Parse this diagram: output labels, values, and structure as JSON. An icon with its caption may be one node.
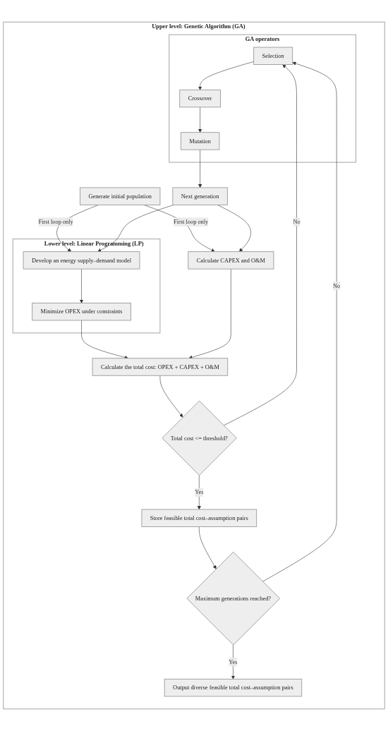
{
  "diagram": {
    "nodes": [
      {
        "text": [
          "Upper level: Genetic Algorithm (GA)"
        ]
      },
      {
        "text": [
          "Generate initial population"
        ],
        "in": 0
      },
      {
        "text": [
          "Lower level: Linear Programming (LP)"
        ],
        "in": 0
      },
      {
        "text": [
          "Develop an energy supply–demand model"
        ],
        "in": 2
      },
      {
        "text": [
          "Minimize OPEX under constraints"
        ],
        "in": 2
      },
      {
        "text": [
          "Calculate CAPEX and O&M"
        ],
        "in": 0
      },
      {
        "text": [
          "Calculate the total cost: OPEX + CAPEX + O&M"
        ],
        "in": 0
      },
      {
        "text": [
          "Total cost <= threshold?"
        ],
        "in": 0
      },
      {
        "text": [
          "Store feasible total cost–assumption pairs"
        ],
        "in": 0
      },
      {
        "text": [
          "Maximum generations reached?"
        ],
        "in": 0
      },
      {
        "text": [
          "GA operators"
        ],
        "in": 0
      },
      {
        "text": [
          "Selection"
        ],
        "in": 10
      },
      {
        "text": [
          "Crossover"
        ],
        "in": 10
      },
      {
        "text": [
          "Mutation"
        ],
        "in": 10
      },
      {
        "text": [
          "Output diverse feasible total cost–assumption pairs"
        ],
        "in": 0
      },
      {
        "text": [
          "Next generation"
        ],
        "in": 0
      }
    ],
    "edges": [
      {
        "from": 1,
        "to": 3,
        "arrow": "to",
        "label": "First loop only"
      },
      {
        "from": 1,
        "to": 5,
        "arrow": "to",
        "label": "First loop only"
      },
      {
        "from": 3,
        "to": 4,
        "arrow": "to"
      },
      {
        "from": 4,
        "to": 6,
        "arrow": "to"
      },
      {
        "from": 5,
        "to": 6,
        "arrow": "to"
      },
      {
        "from": 6,
        "to": 7,
        "arrow": "to"
      },
      {
        "from": 7,
        "to": 8,
        "arrow": "to",
        "label": "Yes"
      },
      {
        "from": 7,
        "to": 11,
        "arrow": "to",
        "label": "No"
      },
      {
        "from": 8,
        "to": 9,
        "arrow": "to"
      },
      {
        "from": 9,
        "to": 11,
        "arrow": "to",
        "label": "No"
      },
      {
        "from": 9,
        "to": 14,
        "arrow": "to",
        "label": "Yes"
      },
      {
        "from": 11,
        "to": 12,
        "arrow": "to"
      },
      {
        "from": 12,
        "to": 13,
        "arrow": "to"
      },
      {
        "from": 13,
        "to": 15,
        "arrow": "to"
      },
      {
        "from": 15,
        "to": 3,
        "arrow": "to"
      },
      {
        "from": 15,
        "to": 5,
        "arrow": "to"
      }
    ]
  }
}
